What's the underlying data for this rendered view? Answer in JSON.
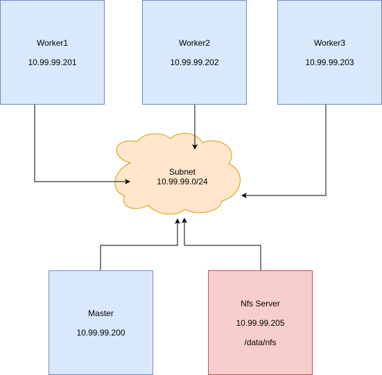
{
  "colors": {
    "worker_fill": "#dae8fc",
    "worker_stroke": "#6c8ebf",
    "nfs_fill": "#f8cecc",
    "nfs_stroke": "#b85450",
    "cloud_fill": "#ffe6cc",
    "cloud_stroke": "#d79b00",
    "edge": "#000000"
  },
  "nodes": {
    "worker1": {
      "name": "Worker1",
      "ip": "10.99.99.201"
    },
    "worker2": {
      "name": "Worker2",
      "ip": "10.99.99.202"
    },
    "worker3": {
      "name": "Worker3",
      "ip": "10.99.99.203"
    },
    "master": {
      "name": "Master",
      "ip": "10.99.99.200"
    },
    "nfs": {
      "name": "Nfs Server",
      "ip": "10.99.99.205",
      "path": "/data/nfs"
    }
  },
  "subnet": {
    "name": "Subnet",
    "cidr": "10.99.99.0/24"
  },
  "edges": [
    {
      "from": "worker1",
      "to": "subnet"
    },
    {
      "from": "worker2",
      "to": "subnet"
    },
    {
      "from": "worker3",
      "to": "subnet"
    },
    {
      "from": "master",
      "to": "subnet"
    },
    {
      "from": "nfs",
      "to": "subnet"
    }
  ]
}
